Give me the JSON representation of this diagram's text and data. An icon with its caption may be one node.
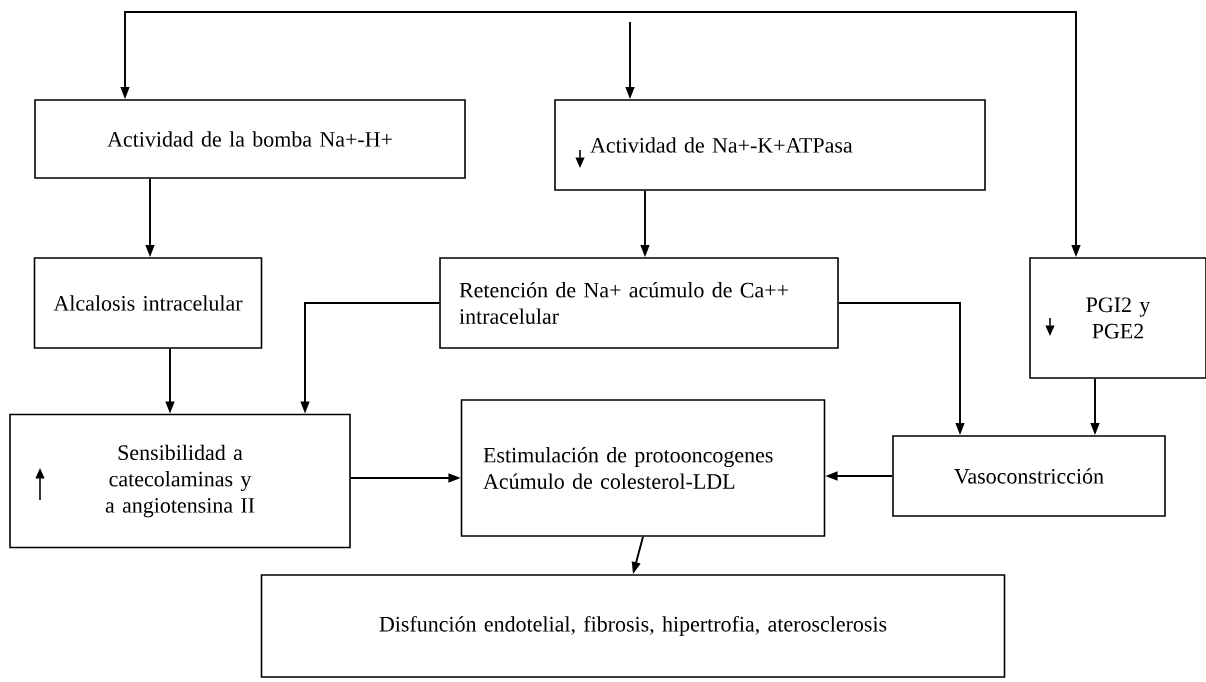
{
  "diagram": {
    "nodes": [
      {
        "text": [
          "Actividad de la bomba Na+-H+"
        ]
      },
      {
        "text": [
          "Actividad de Na+-K+ATPasa"
        ]
      },
      {
        "text": [
          "Alcalosis intracelular"
        ]
      },
      {
        "text": [
          "Retención de Na+ acúmulo de Ca++ intracelular"
        ]
      },
      {
        "text": [
          "PGI2 y PGE2"
        ]
      },
      {
        "text": [
          "Sensibilidad a catecolaminas y a angiotensina II"
        ]
      },
      {
        "text": [
          "Estimulación de protooncogenes Acúmulo de colesterol-LDL"
        ]
      },
      {
        "text": [
          "Vasoconstricción"
        ]
      },
      {
        "text": [
          "Disfunción endotelial, fibrosis, hipertrofia, aterosclerosis"
        ]
      }
    ],
    "edges": [
      {
        "from": null,
        "to": 0,
        "arrow": "to"
      },
      {
        "from": null,
        "to": 1,
        "arrow": "to"
      },
      {
        "from": null,
        "to": 4,
        "arrow": "to"
      },
      {
        "from": 0,
        "to": 2,
        "arrow": "to"
      },
      {
        "from": 1,
        "to": 3,
        "arrow": "to"
      },
      {
        "from": 2,
        "to": 5,
        "arrow": "to"
      },
      {
        "from": 3,
        "to": 5,
        "arrow": "to"
      },
      {
        "from": 3,
        "to": 7,
        "arrow": "to"
      },
      {
        "from": 4,
        "to": 7,
        "arrow": "to"
      },
      {
        "from": 5,
        "to": 6,
        "arrow": "to"
      },
      {
        "from": 7,
        "to": 6,
        "arrow": "to"
      },
      {
        "from": 6,
        "to": 8,
        "arrow": "to"
      }
    ]
  }
}
